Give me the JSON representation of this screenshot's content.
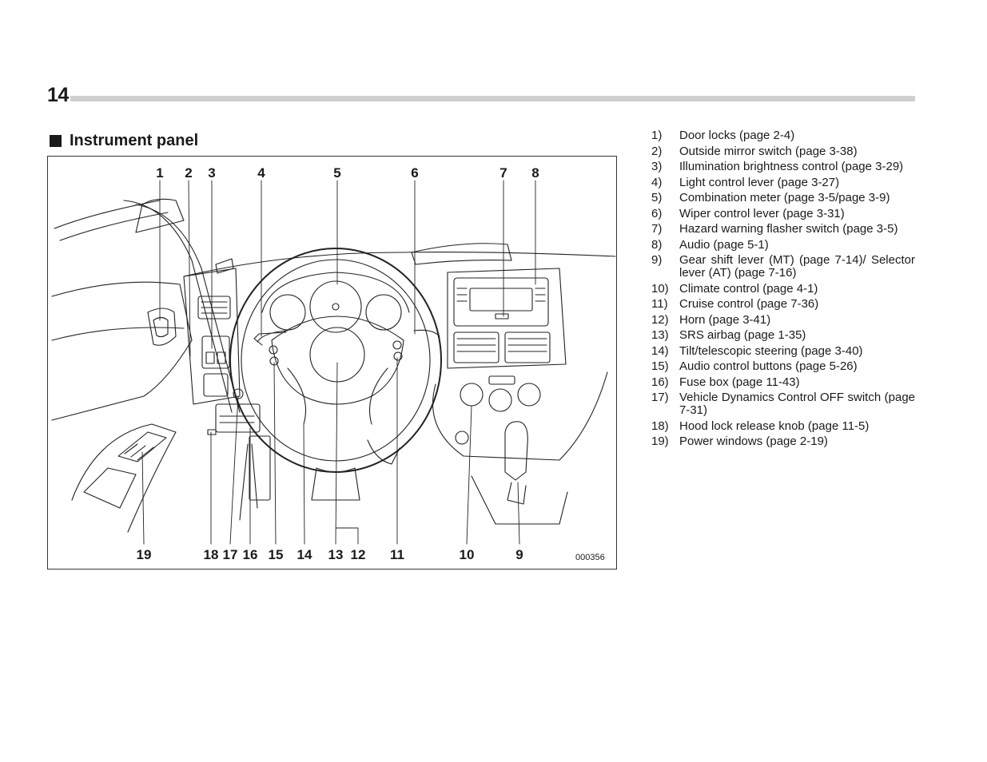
{
  "page": {
    "number": "14"
  },
  "section": {
    "title": "Instrument panel"
  },
  "figure": {
    "id": "000356",
    "callouts_top": [
      "1",
      "2",
      "3",
      "4",
      "5",
      "6",
      "7",
      "8"
    ],
    "callouts_bottom": [
      "19",
      "18",
      "17",
      "16",
      "15",
      "14",
      "13",
      "12",
      "11",
      "10",
      "9"
    ]
  },
  "parts": [
    {
      "num": "1)",
      "text": "Door locks (page 2-4)"
    },
    {
      "num": "2)",
      "text": "Outside mirror switch (page 3-38)"
    },
    {
      "num": "3)",
      "text": "Illumination brightness control (page 3-29)"
    },
    {
      "num": "4)",
      "text": "Light control lever (page 3-27)"
    },
    {
      "num": "5)",
      "text": "Combination meter (page 3-5/page 3-9)"
    },
    {
      "num": "6)",
      "text": "Wiper control lever (page 3-31)"
    },
    {
      "num": "7)",
      "text": "Hazard warning flasher switch (page 3-5)"
    },
    {
      "num": "8)",
      "text": "Audio (page 5-1)"
    },
    {
      "num": "9)",
      "text": "Gear shift lever (MT) (page 7-14)/ Selector lever (AT) (page 7-16)"
    },
    {
      "num": "10)",
      "text": "Climate control (page 4-1)"
    },
    {
      "num": "11)",
      "text": "Cruise control (page 7-36)"
    },
    {
      "num": "12)",
      "text": "Horn (page 3-41)"
    },
    {
      "num": "13)",
      "text": "SRS airbag (page 1-35)"
    },
    {
      "num": "14)",
      "text": "Tilt/telescopic steering (page 3-40)"
    },
    {
      "num": "15)",
      "text": "Audio control buttons (page 5-26)"
    },
    {
      "num": "16)",
      "text": "Fuse box (page 11-43)"
    },
    {
      "num": "17)",
      "text": "Vehicle Dynamics Control OFF switch (page 7-31)"
    },
    {
      "num": "18)",
      "text": "Hood lock release knob (page 11-5)"
    },
    {
      "num": "19)",
      "text": "Power windows (page 2-19)"
    }
  ]
}
